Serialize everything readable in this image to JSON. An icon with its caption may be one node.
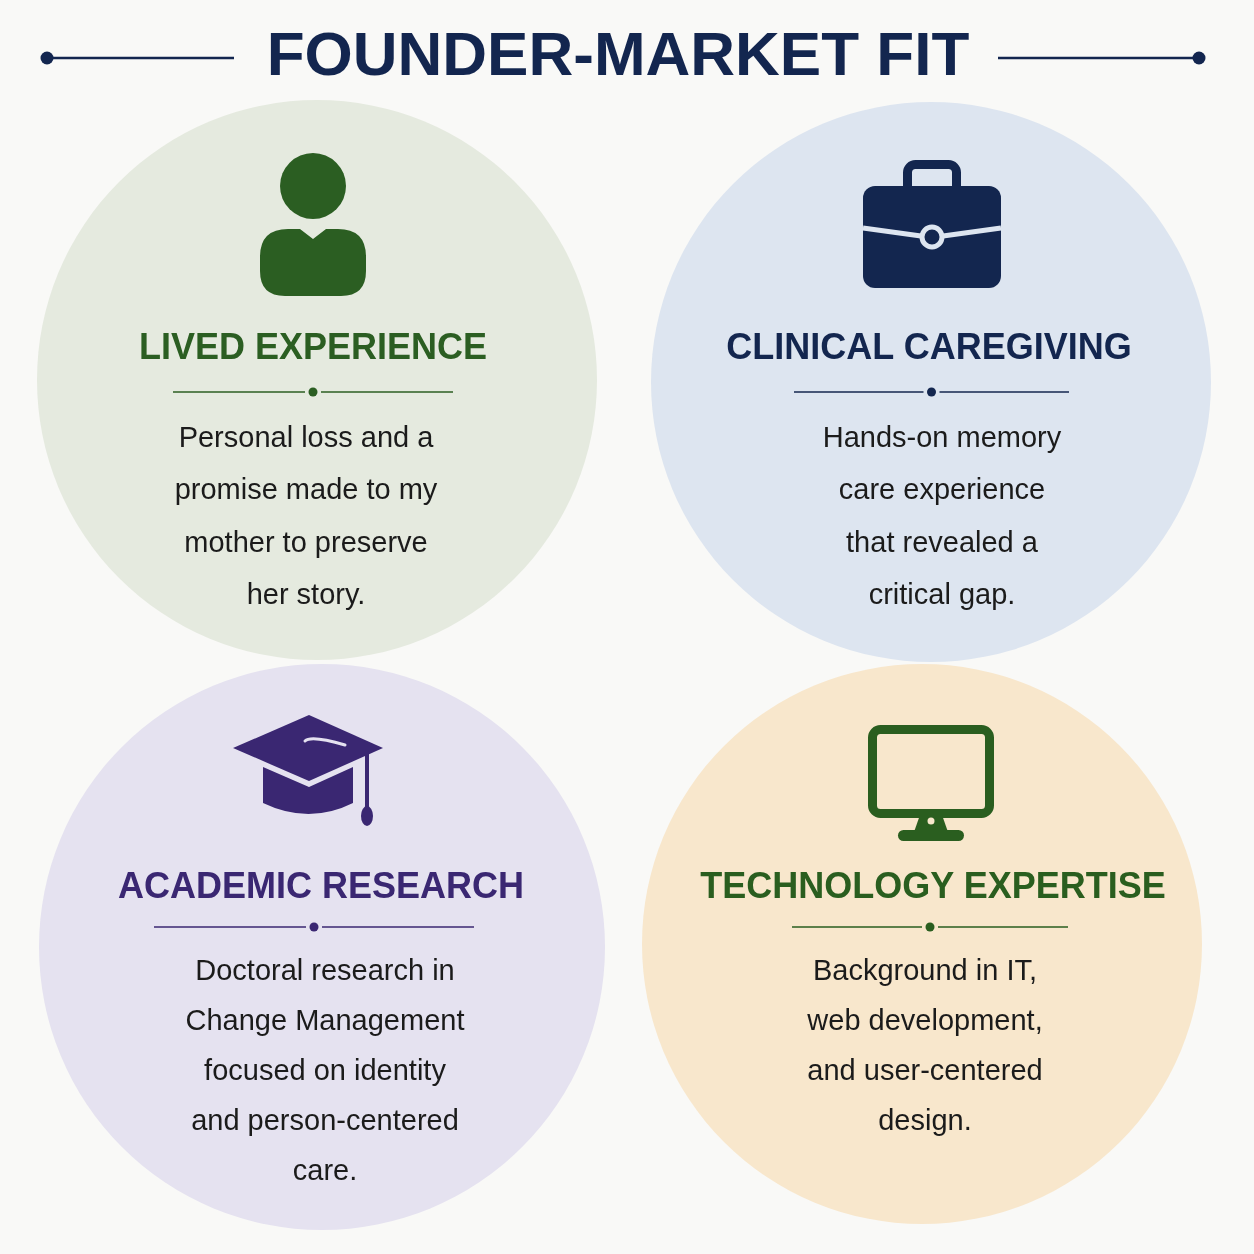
{
  "diagram": {
    "title": "FOUNDER-MARKET FIT",
    "nodes": [
      {
        "text": [
          "LIVED EXPERIENCE",
          "Personal loss and a promise made to my mother to preserve her story."
        ]
      },
      {
        "text": [
          "CLINICAL CAREGIVING",
          "Hands-on memory care experience that revealed a critical gap."
        ]
      },
      {
        "text": [
          "ACADEMIC RESEARCH",
          "Doctoral research in Change Management focused on identity and person-centered care."
        ]
      },
      {
        "text": [
          "TECHNOLOGY EXPERTISE",
          "Background in IT, web development, and user-centered design."
        ]
      }
    ]
  }
}
